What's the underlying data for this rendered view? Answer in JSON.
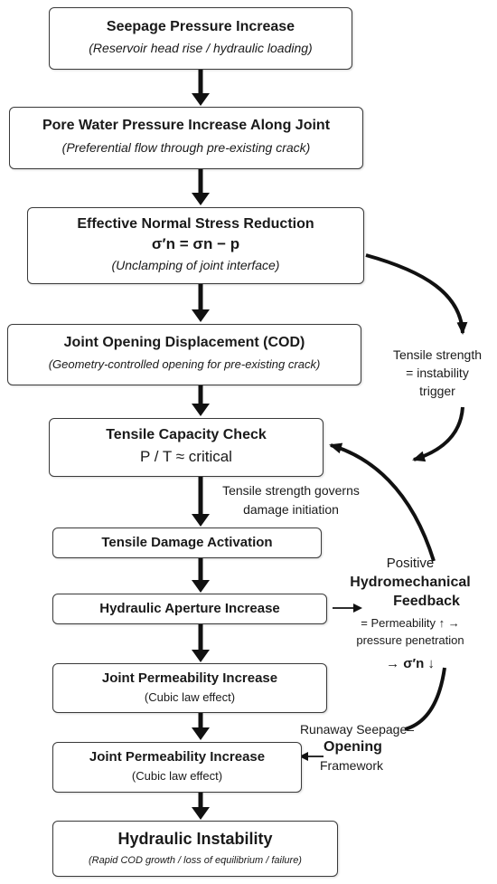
{
  "boxes": [
    {
      "title": "Seepage Pressure Increase",
      "sub": "(Reservoir head rise / hydraulic loading)"
    },
    {
      "title": "Pore Water Pressure Increase Along Joint",
      "sub": "(Preferential flow through pre-existing crack)"
    },
    {
      "title": "Effective Normal Stress Reduction",
      "formula": "σ′n = σn − p",
      "sub": "(Unclamping of joint interface)"
    },
    {
      "title": "Joint Opening Displacement (COD)",
      "sub": "(Geometry-controlled opening for pre-existing crack)"
    },
    {
      "title": "Tensile Capacity Check",
      "formula": "P / T ≈ critical"
    },
    {
      "title": "Tensile Damage Activation"
    },
    {
      "title": "Hydraulic Aperture Increase"
    },
    {
      "title": "Joint Permeability Increase",
      "sub": "(Cubic law effect)"
    },
    {
      "title": "Joint Permeability Increase",
      "sub": "(Cubic law effect)"
    },
    {
      "title": "Hydraulic Instability",
      "sub": "(Rapid COD growth / loss of equilibrium / failure)"
    }
  ],
  "annotations": {
    "tensile_trigger": [
      "Tensile strength",
      "= instability",
      "trigger"
    ],
    "tensile_governs": [
      "Tensile strength governs",
      "damage initiation"
    ],
    "feedback": {
      "line1": "Positive",
      "line2": "Hydromechanical",
      "arrow_label": "Feedback",
      "line4": "= Permeability ↑ →",
      "line5": "pressure penetration",
      "line6": "→ σ′n ↓"
    },
    "runaway": {
      "line1": "Runaway Seepage–",
      "line2": "Opening",
      "line3": "Framework"
    }
  }
}
